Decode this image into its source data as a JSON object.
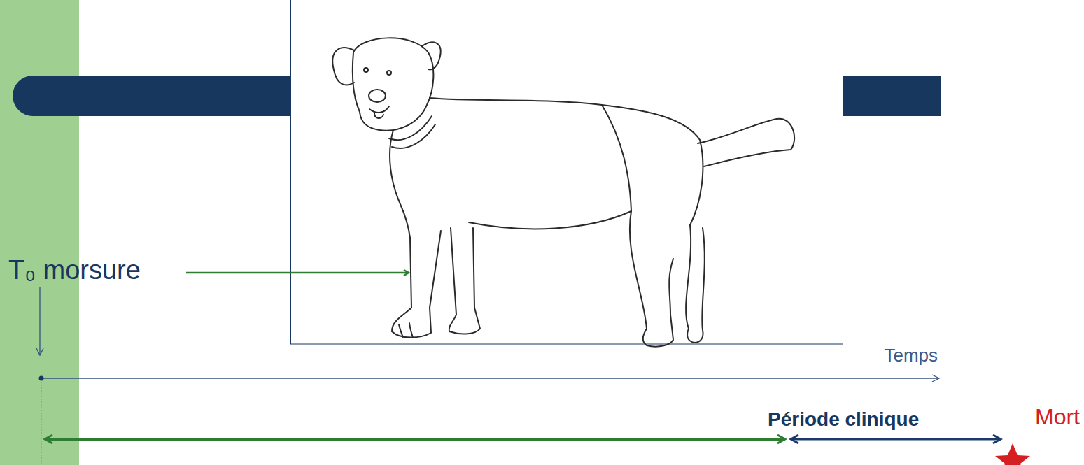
{
  "diagram": {
    "labels": [
      "T₀ morsure",
      "Temps",
      "Période clinique",
      "Mort"
    ]
  }
}
